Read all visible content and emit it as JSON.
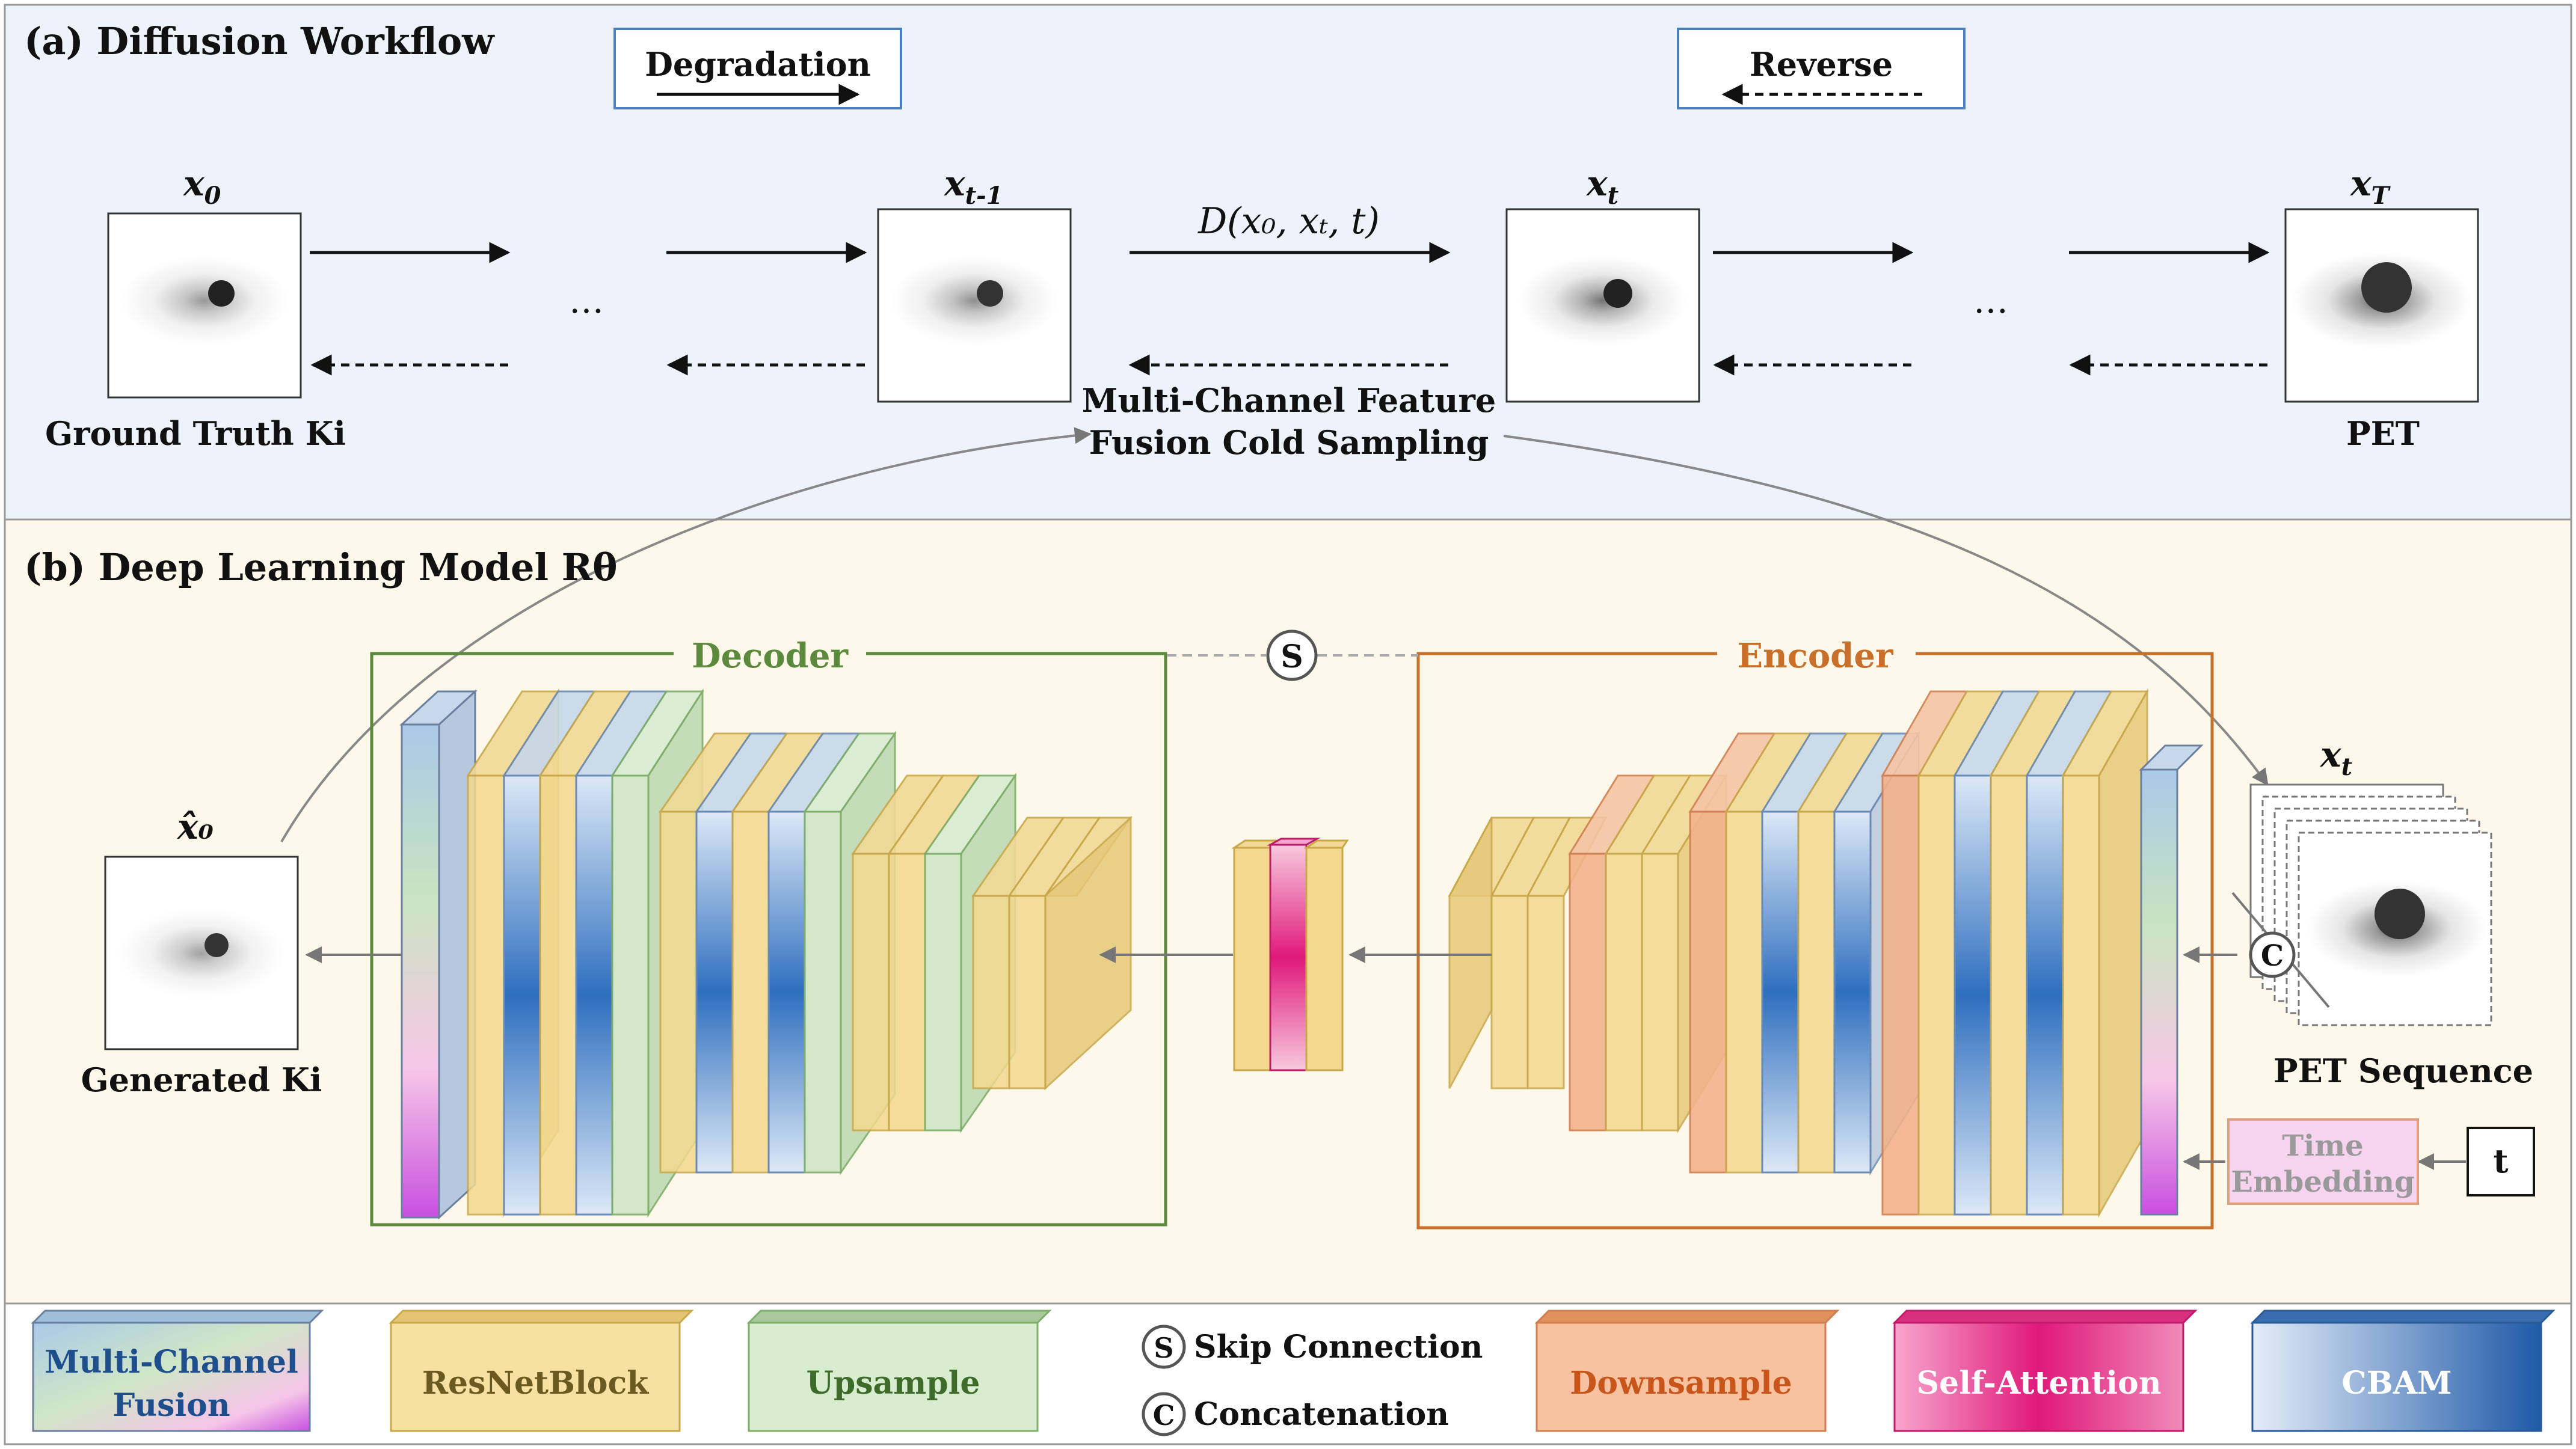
{
  "panel_a": {
    "title": "(a) Diffusion Workflow",
    "degradation_label": "Degradation",
    "reverse_label": "Reverse",
    "states": [
      {
        "symbol": "x",
        "sub": "0",
        "caption": "Ground Truth Ki"
      },
      {
        "symbol": "x",
        "sub": "t-1",
        "caption": ""
      },
      {
        "symbol": "x",
        "sub": "t",
        "caption": ""
      },
      {
        "symbol": "x",
        "sub": "T",
        "caption": "PET"
      }
    ],
    "ellipsis": "…",
    "operator_label": "D(x₀, xₜ, t)",
    "sampling_label_line1": "Multi-Channel Feature",
    "sampling_label_line2": "Fusion Cold Sampling"
  },
  "panel_b": {
    "title": "(b) Deep Learning Model Rθ",
    "decoder_label": "Decoder",
    "encoder_label": "Encoder",
    "skip_symbol": "S",
    "concat_symbol": "C",
    "output_symbol": "x̂₀",
    "output_caption": "Generated Ki",
    "input_symbol": "x",
    "input_sub": "t",
    "input_caption": "PET Sequence",
    "time_embedding_line1": "Time",
    "time_embedding_line2": "Embedding",
    "time_symbol": "t"
  },
  "legend": {
    "multi_channel_line1": "Multi-Channel",
    "multi_channel_line2": "Fusion",
    "resnet": "ResNetBlock",
    "upsample": "Upsample",
    "skip_symbol": "S",
    "skip_label": "Skip Connection",
    "concat_symbol": "C",
    "concat_label": "Concatenation",
    "downsample": "Downsample",
    "self_attention": "Self-Attention",
    "cbam": "CBAM"
  },
  "colors": {
    "panel_a_bg": "#eef3fb",
    "panel_b_bg": "#fdf8ea",
    "resnet": "#f3d98e",
    "upsample": "#cfe6c6",
    "downsample": "#f2b38c",
    "cbam": "#4a7fbf",
    "self_attention": "#e0197a",
    "decoder_frame": "#5b8a3c",
    "encoder_frame": "#c8702a",
    "degradation_frame": "#4a7fbf"
  }
}
